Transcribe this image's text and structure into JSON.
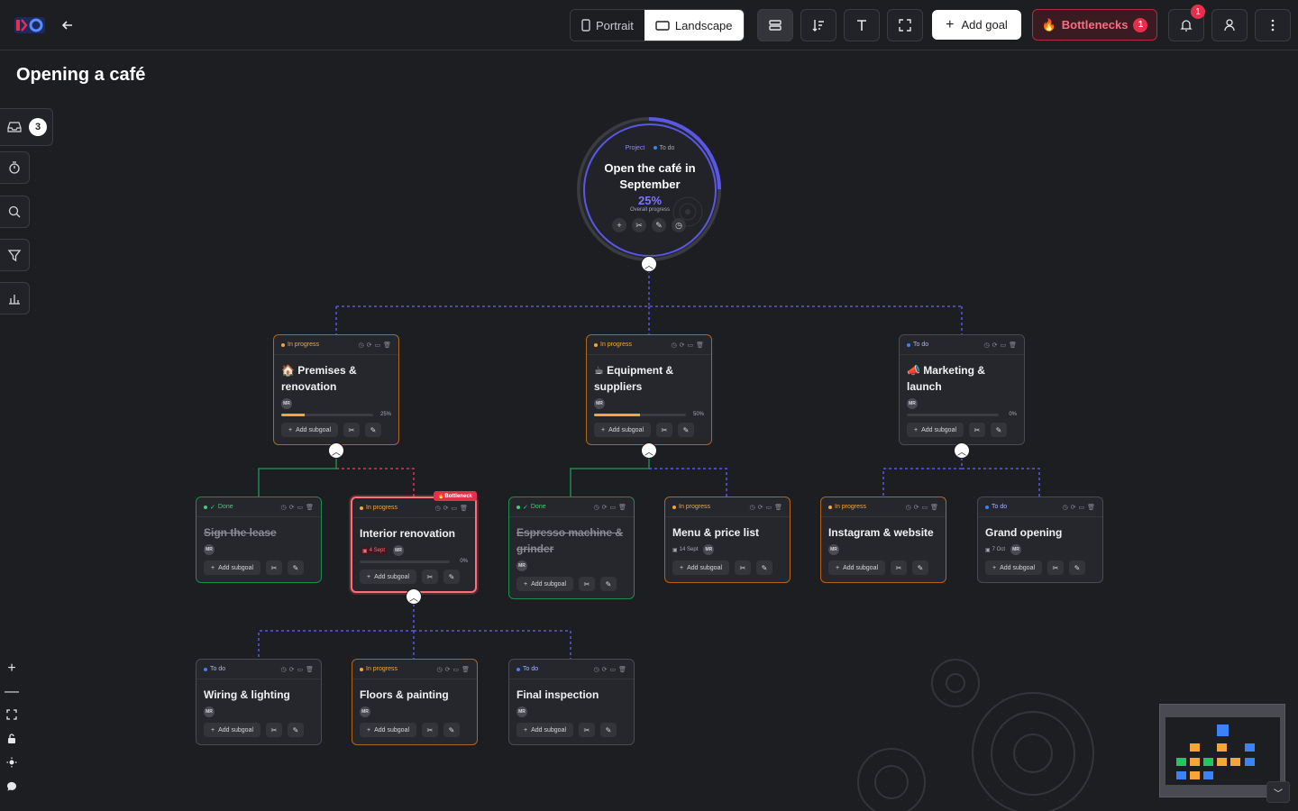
{
  "topbar": {
    "portrait_label": "Portrait",
    "landscape_label": "Landscape",
    "add_goal_label": "Add goal",
    "bottlenecks_label": "Bottlenecks",
    "bottlenecks_count": "1",
    "notifications_count": "1"
  },
  "page": {
    "title": "Opening a café"
  },
  "left_toolbar": {
    "inbox_count": "3"
  },
  "root": {
    "tag_project": "Project",
    "tag_status": "To do",
    "title": "Open the café in September",
    "progress": "25%",
    "progress_label": "Overall progress"
  },
  "cards": {
    "premises": {
      "status": "In progress",
      "title": "🏠 Premises & renovation",
      "avatar": "MR",
      "progress": "25%",
      "add": "Add subgoal"
    },
    "equipment": {
      "status": "In progress",
      "title": "☕ Equipment & suppliers",
      "avatar": "MR",
      "progress": "50%",
      "add": "Add subgoal"
    },
    "marketing": {
      "status": "To do",
      "title": "📣 Marketing & launch",
      "avatar": "MR",
      "progress": "0%",
      "add": "Add subgoal"
    },
    "lease": {
      "status": "Done",
      "title": "Sign the lease",
      "avatar": "MR",
      "add": "Add subgoal"
    },
    "interior": {
      "status": "In progress",
      "title": "Interior renovation",
      "date": "4 Sept",
      "avatar": "MR",
      "progress": "0%",
      "add": "Add subgoal",
      "tag": "Bottleneck"
    },
    "espresso": {
      "status": "Done",
      "title": "Espresso machine & grinder",
      "avatar": "MR",
      "add": "Add subgoal"
    },
    "menu": {
      "status": "In progress",
      "title": "Menu & price list",
      "date": "14 Sept",
      "avatar": "MR",
      "add": "Add subgoal"
    },
    "instagram": {
      "status": "In progress",
      "title": "Instagram & website",
      "avatar": "MR",
      "add": "Add subgoal"
    },
    "grand": {
      "status": "To do",
      "title": "Grand opening",
      "date": "7 Oct",
      "avatar": "MR",
      "add": "Add subgoal"
    },
    "wiring": {
      "status": "To do",
      "title": "Wiring & lighting",
      "avatar": "MR",
      "add": "Add subgoal"
    },
    "floors": {
      "status": "In progress",
      "title": "Floors & painting",
      "avatar": "MR",
      "add": "Add subgoal"
    },
    "inspection": {
      "status": "To do",
      "title": "Final inspection",
      "avatar": "MR",
      "add": "Add subgoal"
    }
  },
  "colors": {
    "accent": "#5a56e6",
    "in_progress": "#f6a53a",
    "done": "#3ecf7a",
    "todo": "#3b82f6",
    "bottleneck": "#e5304d"
  }
}
